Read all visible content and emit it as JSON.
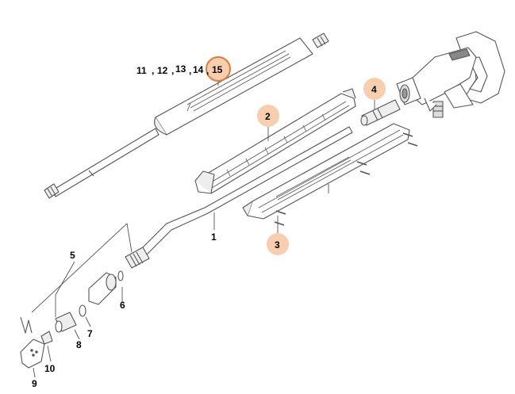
{
  "part_labels": {
    "p1": "1",
    "p2": "2",
    "p3": "3",
    "p4": "4",
    "p5": "5",
    "p6": "6",
    "p7": "7",
    "p8": "8",
    "p9": "9",
    "p10": "10",
    "p11": "11",
    "p12": "12",
    "p13": "13",
    "p14": "14",
    "p15": "15",
    "sep": ","
  },
  "highlight_colors": {
    "fill": "#f7cfae",
    "ring": "#e07b39"
  }
}
